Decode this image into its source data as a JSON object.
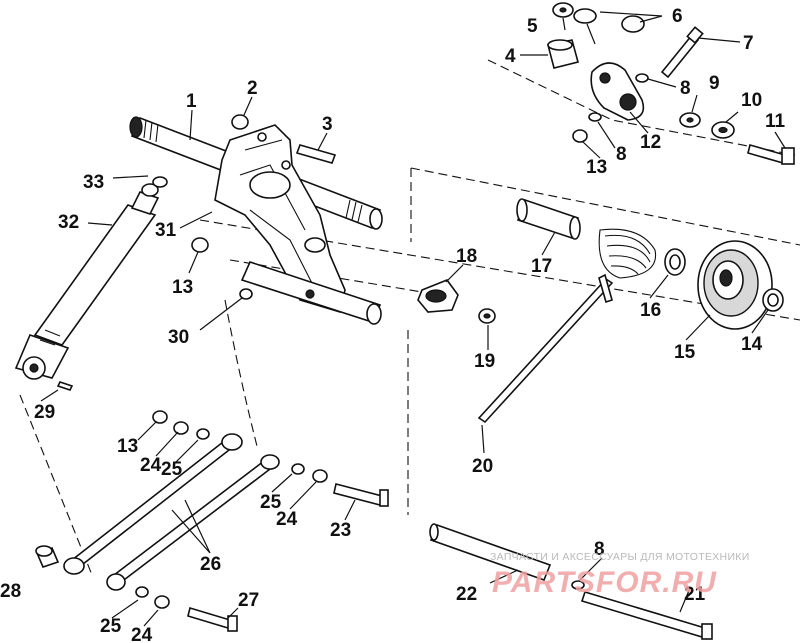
{
  "diagram": {
    "callouts": [
      "1",
      "2",
      "3",
      "4",
      "5",
      "6",
      "7",
      "8",
      "8",
      "8",
      "9",
      "10",
      "11",
      "12",
      "13",
      "13",
      "13",
      "14",
      "15",
      "16",
      "17",
      "18",
      "19",
      "20",
      "21",
      "22",
      "23",
      "24",
      "24",
      "24",
      "25",
      "25",
      "25",
      "26",
      "27",
      "28",
      "29",
      "30",
      "31",
      "32",
      "33"
    ],
    "labels": {
      "p1": "1",
      "p2": "2",
      "p3": "3",
      "p4": "4",
      "p5": "5",
      "p6": "6",
      "p7": "7",
      "p8a": "8",
      "p8b": "8",
      "p8c": "8",
      "p9": "9",
      "p10": "10",
      "p11": "11",
      "p12": "12",
      "p13a": "13",
      "p13b": "13",
      "p13c": "13",
      "p14": "14",
      "p15": "15",
      "p16": "16",
      "p17": "17",
      "p18": "18",
      "p19": "19",
      "p20": "20",
      "p21": "21",
      "p22": "22",
      "p23": "23",
      "p24a": "24",
      "p24b": "24",
      "p24c": "24",
      "p25a": "25",
      "p25b": "25",
      "p25c": "25",
      "p26": "26",
      "p27": "27",
      "p28": "28",
      "p29": "29",
      "p30": "30",
      "p31": "31",
      "p32": "32",
      "p33": "33"
    }
  },
  "watermark": {
    "tagline": "ЗАПЧАСТИ И АКСЕССУАРЫ ДЛЯ МОТОТЕХНИКИ",
    "brand": "PARTSFOR.RU"
  }
}
